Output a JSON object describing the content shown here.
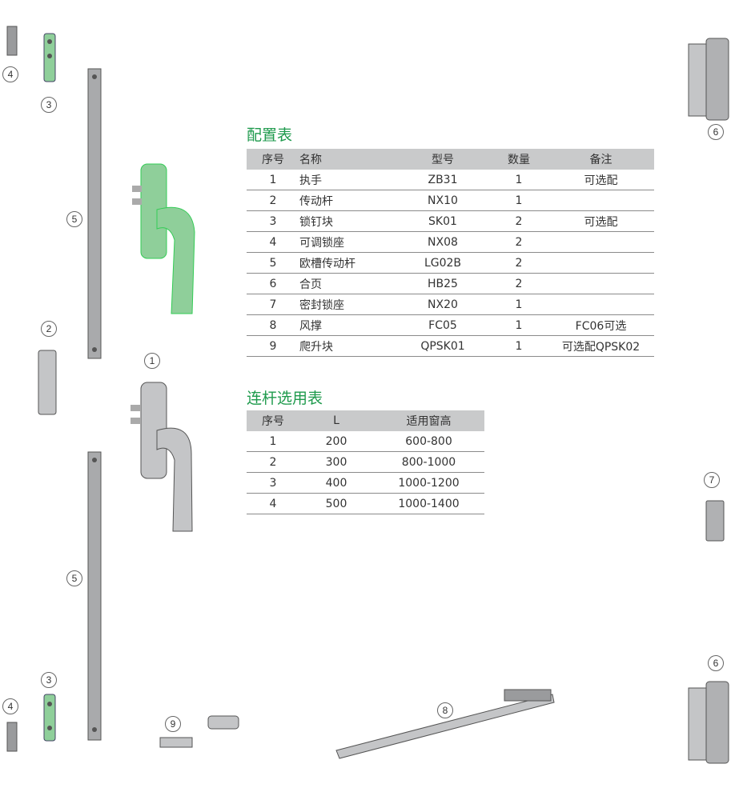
{
  "config_table": {
    "title": "配置表",
    "headers": [
      "序号",
      "名称",
      "型号",
      "数量",
      "备注"
    ],
    "rows": [
      [
        "1",
        "执手",
        "ZB31",
        "1",
        "可选配"
      ],
      [
        "2",
        "传动杆",
        "NX10",
        "1",
        ""
      ],
      [
        "3",
        "锁钉块",
        "SK01",
        "2",
        "可选配"
      ],
      [
        "4",
        "可调锁座",
        "NX08",
        "2",
        ""
      ],
      [
        "5",
        "欧槽传动杆",
        "LG02B",
        "2",
        ""
      ],
      [
        "6",
        "合页",
        "HB25",
        "2",
        ""
      ],
      [
        "7",
        "密封锁座",
        "NX20",
        "1",
        ""
      ],
      [
        "8",
        "风撑",
        "FC05",
        "1",
        "FC06可选"
      ],
      [
        "9",
        "爬升块",
        "QPSK01",
        "1",
        "可选配QPSK02"
      ]
    ]
  },
  "link_table": {
    "title": "连杆选用表",
    "headers": [
      "序号",
      "L",
      "适用窗高"
    ],
    "rows": [
      [
        "1",
        "200",
        "600-800"
      ],
      [
        "2",
        "300",
        "800-1000"
      ],
      [
        "3",
        "400",
        "1000-1200"
      ],
      [
        "4",
        "500",
        "1000-1400"
      ]
    ]
  },
  "callouts": [
    "4",
    "3",
    "5",
    "2",
    "1",
    "5",
    "3",
    "4",
    "9",
    "8",
    "6",
    "7",
    "6"
  ],
  "colors": {
    "title": "#1e9a4c",
    "header_bg": "#c9cacb",
    "green_part": "#8fcf9a",
    "gray_part": "#b8b9bb"
  }
}
